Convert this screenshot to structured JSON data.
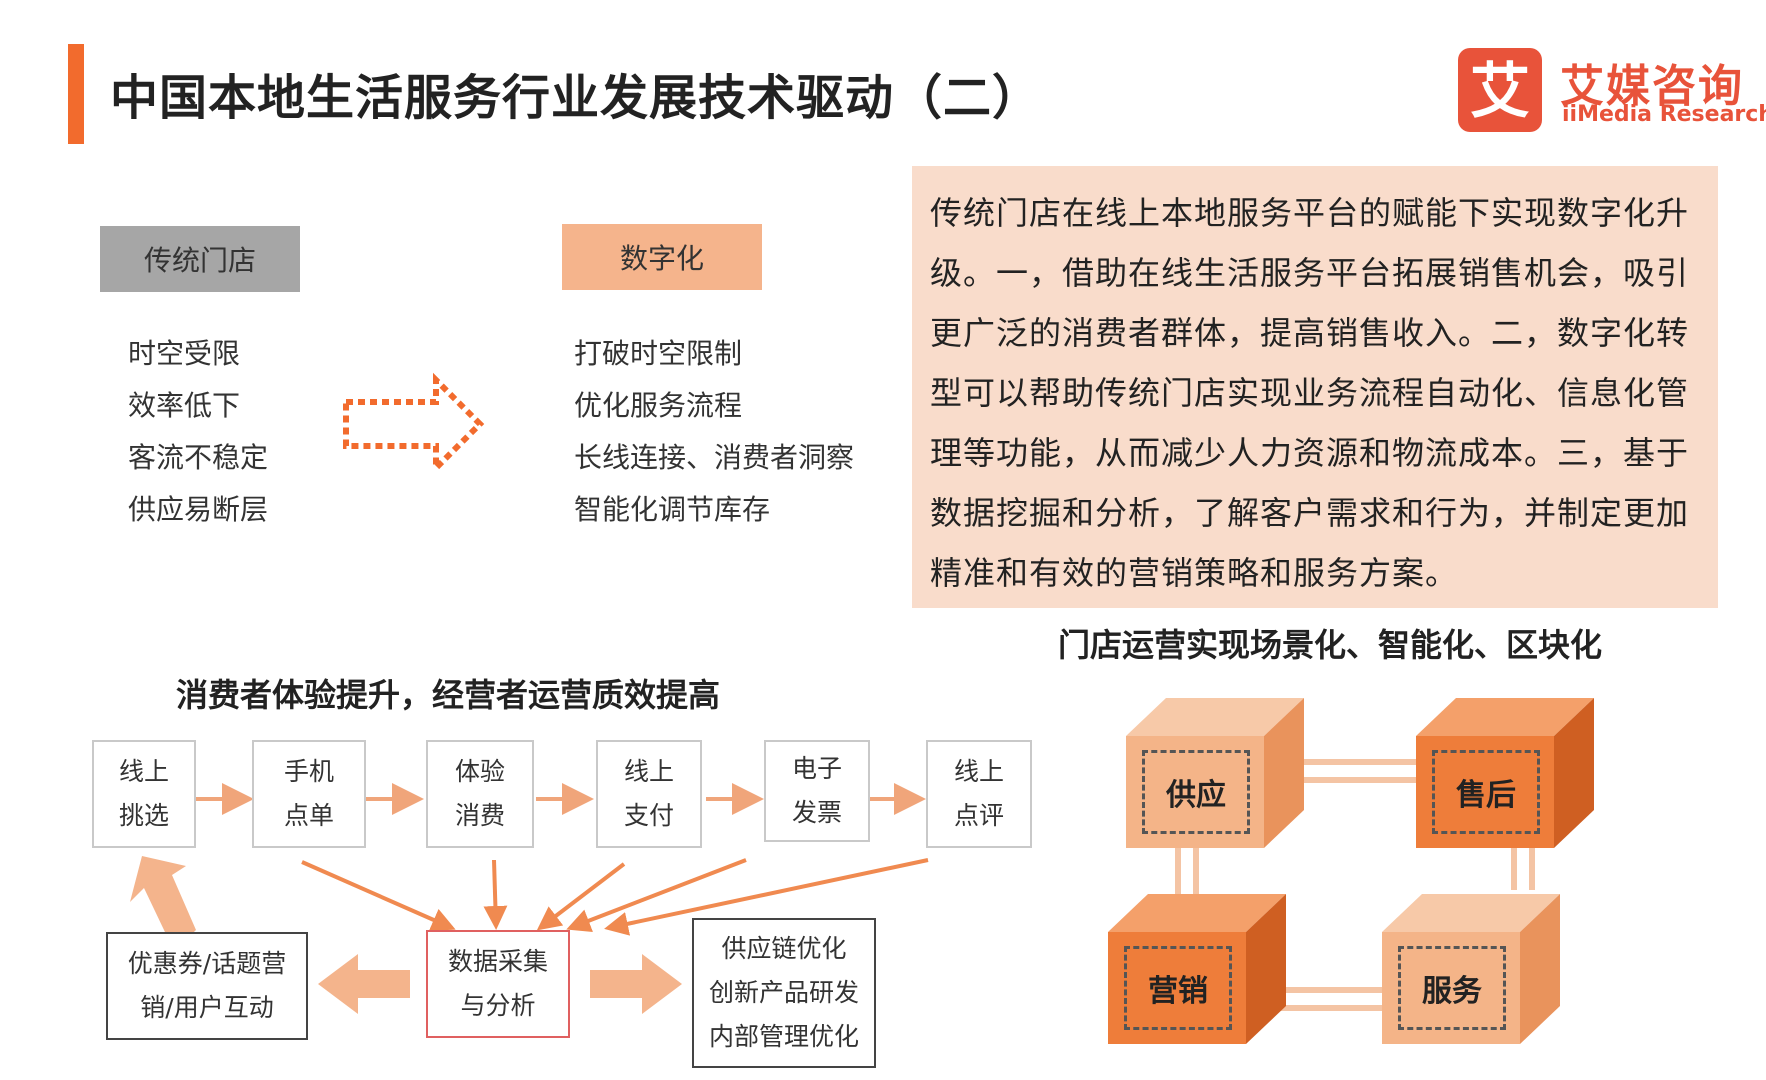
{
  "header": {
    "title": "中国本地生活服务行业发展技术驱动（二）",
    "accent_color": "#f26b2d"
  },
  "logo": {
    "mark_glyph": "艾",
    "name_cn": "艾媒咨询",
    "name_en": "iiMedia Research",
    "color": "#e8533a"
  },
  "comparison": {
    "left_header": "传统门店",
    "left_items": [
      "时空受限",
      "效率低下",
      "客流不稳定",
      "供应易断层"
    ],
    "right_header": "数字化",
    "right_items": [
      "打破时空限制",
      "优化服务流程",
      "长线连接、消费者洞察",
      "智能化调节库存"
    ]
  },
  "paragraph": {
    "lines": [
      "传统门店在线上本地服务平台的赋能下实现数字化升",
      "级。一，借助在线生活服务平台拓展销售机会，吸引",
      "更广泛的消费者群体，提高销售收入。二，数字化转",
      "型可以帮助传统门店实现业务流程自动化、信息化管",
      "理等功能，从而减少人力资源和物流成本。三，基于",
      "数据挖掘和分析，了解客户需求和行为，并制定更加",
      "精准和有效的营销策略和服务方案。"
    ],
    "bg_color": "#f9dccb"
  },
  "flow": {
    "title": "消费者体验提升，经营者运营质效提高",
    "steps": [
      {
        "line1": "线上",
        "line2": "挑选"
      },
      {
        "line1": "手机",
        "line2": "点单"
      },
      {
        "line1": "体验",
        "line2": "消费"
      },
      {
        "line1": "线上",
        "line2": "支付"
      },
      {
        "line1": "电子",
        "line2": "发票"
      },
      {
        "line1": "线上",
        "line2": "点评"
      }
    ],
    "center": {
      "line1": "数据采集",
      "line2": "与分析"
    },
    "left_output": {
      "line1": "优惠券/话题营",
      "line2": "销/用户互动"
    },
    "right_output": {
      "line1": "供应链优化",
      "line2": "创新产品研发",
      "line3": "内部管理优化"
    },
    "arrow_color": "#f0a57a"
  },
  "cubes": {
    "title": "门店运营实现场景化、智能化、区块化",
    "items": [
      {
        "label": "供应",
        "tone": "light"
      },
      {
        "label": "售后",
        "tone": "dark"
      },
      {
        "label": "营销",
        "tone": "dark"
      },
      {
        "label": "服务",
        "tone": "light"
      }
    ],
    "light_color": "#f4b488",
    "dark_color": "#ee7d3a"
  }
}
